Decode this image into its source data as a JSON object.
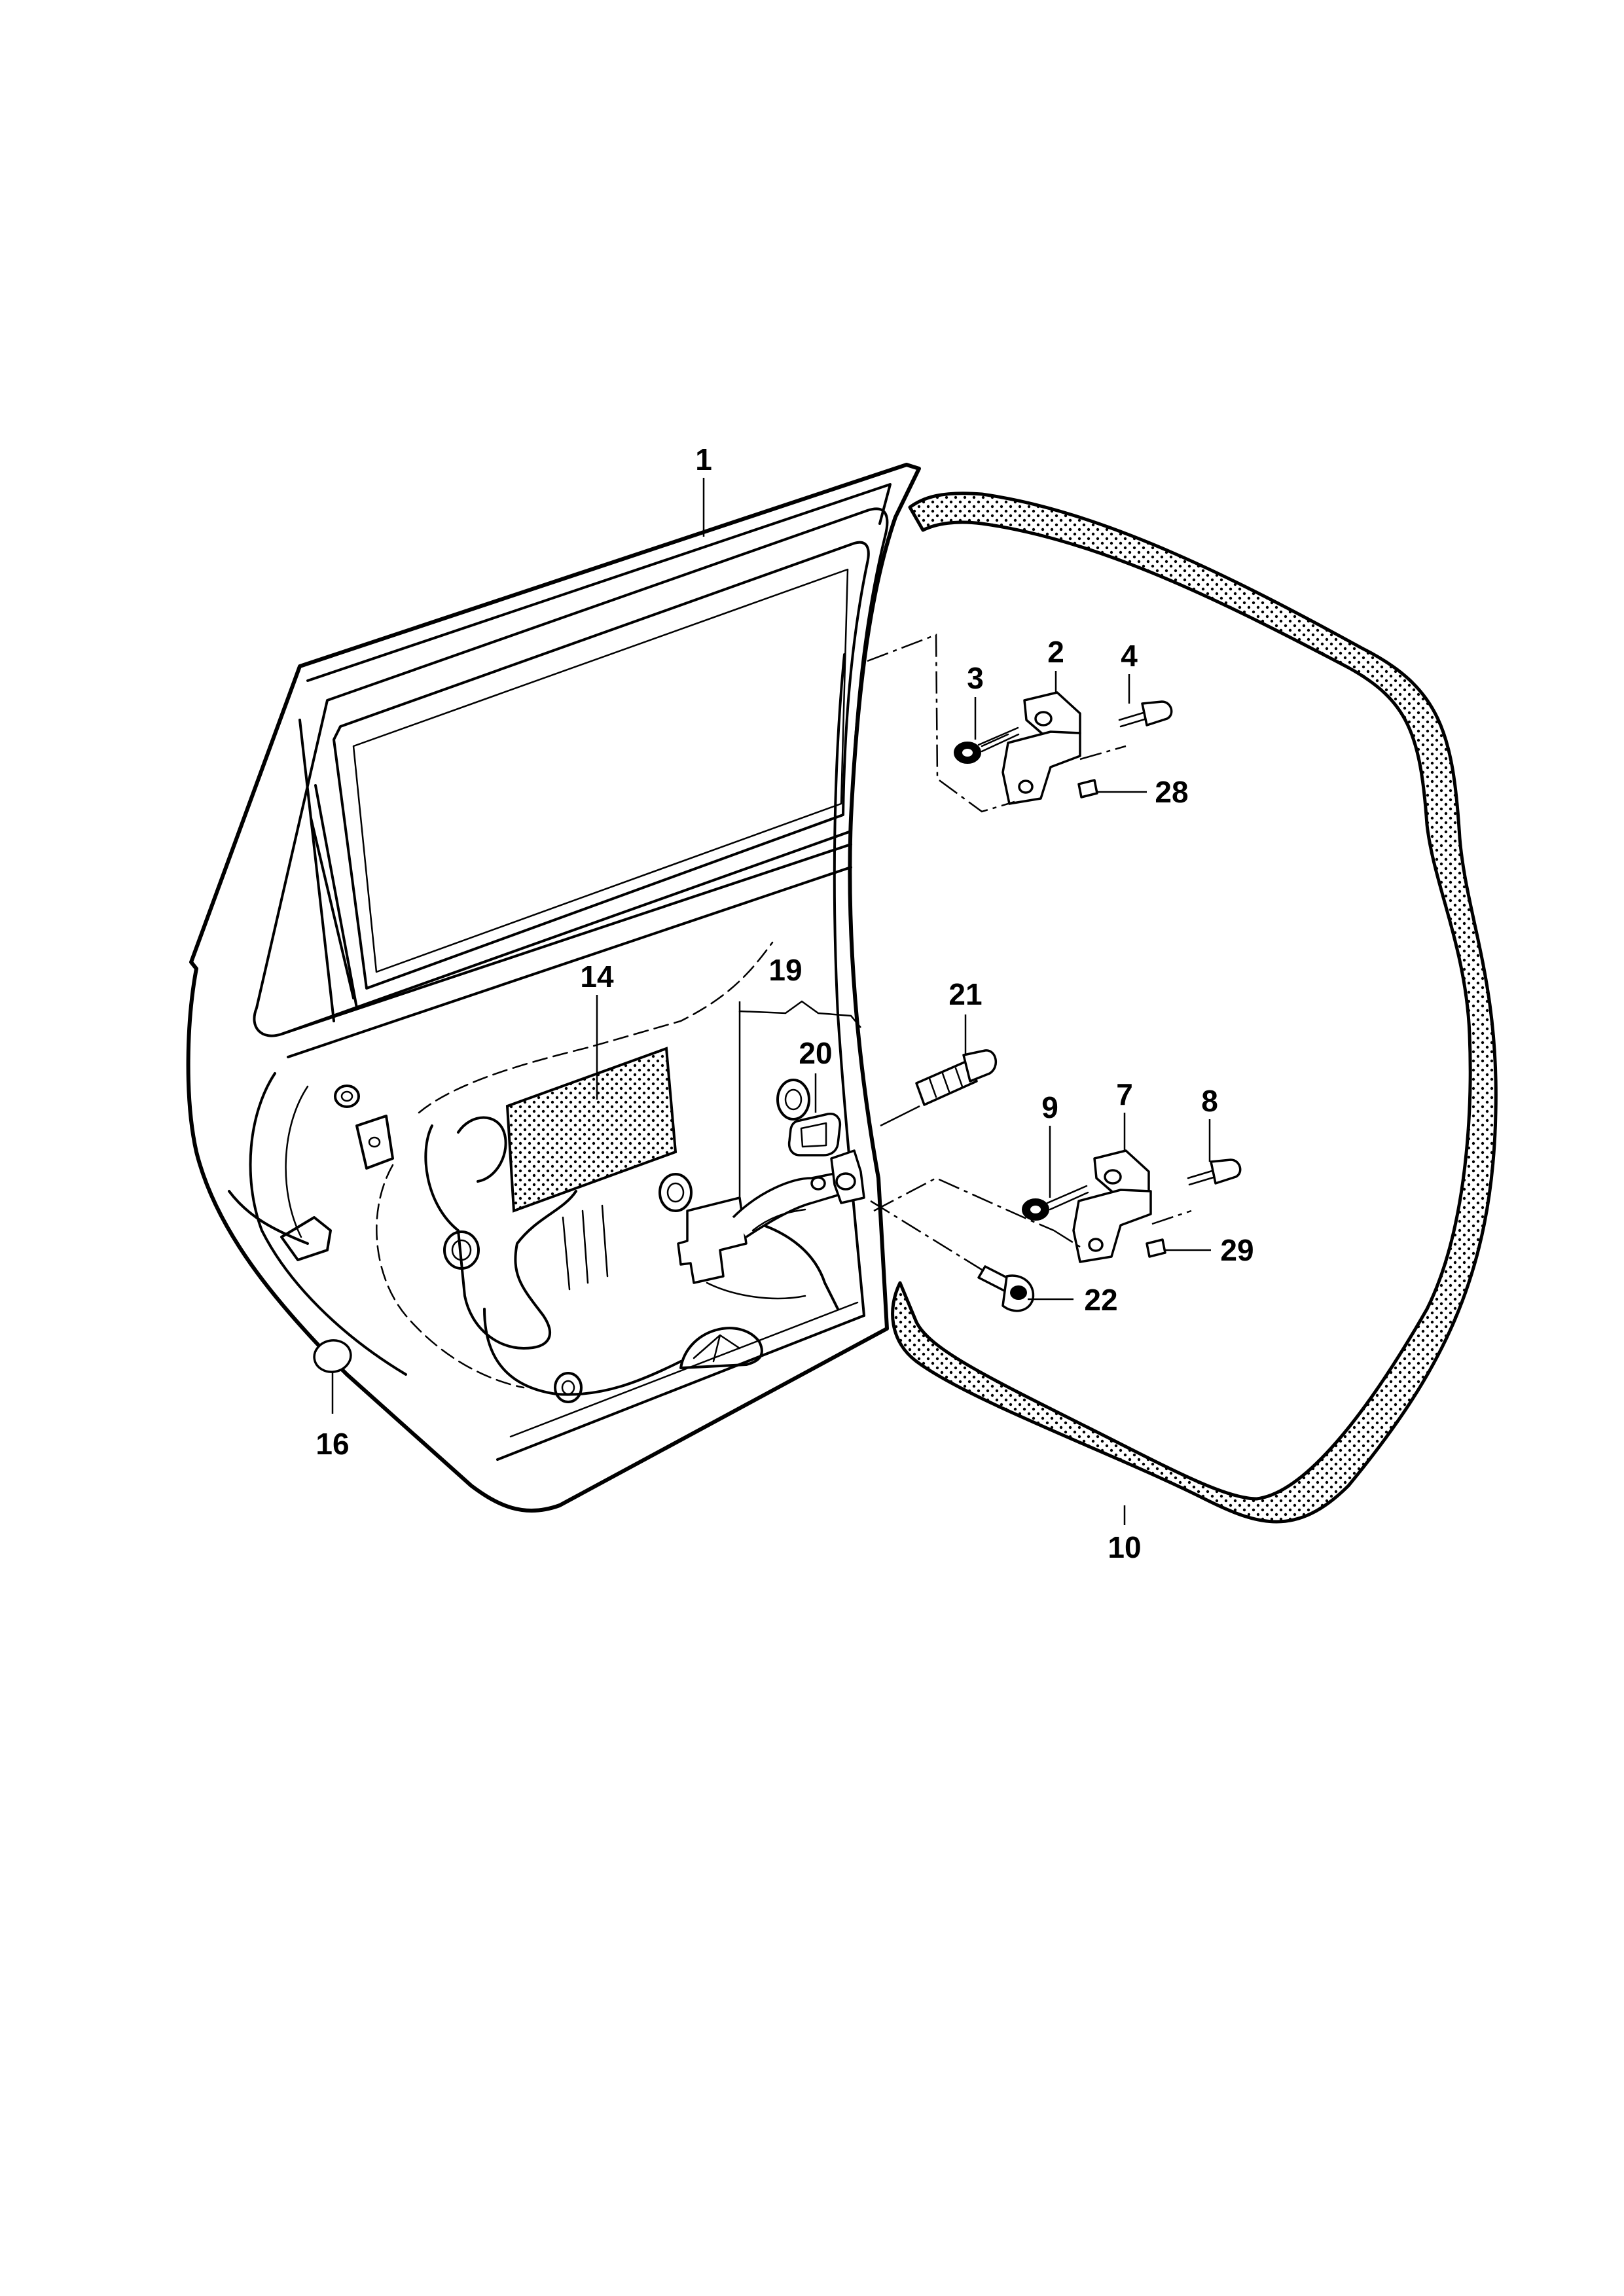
{
  "diagram": {
    "callouts": [
      {
        "id": "1",
        "label": "1"
      },
      {
        "id": "2",
        "label": "2"
      },
      {
        "id": "3",
        "label": "3"
      },
      {
        "id": "4",
        "label": "4"
      },
      {
        "id": "28",
        "label": "28"
      },
      {
        "id": "14",
        "label": "14"
      },
      {
        "id": "19",
        "label": "19"
      },
      {
        "id": "20",
        "label": "20"
      },
      {
        "id": "21",
        "label": "21"
      },
      {
        "id": "7",
        "label": "7"
      },
      {
        "id": "8",
        "label": "8"
      },
      {
        "id": "9",
        "label": "9"
      },
      {
        "id": "29",
        "label": "29"
      },
      {
        "id": "22",
        "label": "22"
      },
      {
        "id": "16",
        "label": "16"
      },
      {
        "id": "10",
        "label": "10"
      }
    ]
  }
}
